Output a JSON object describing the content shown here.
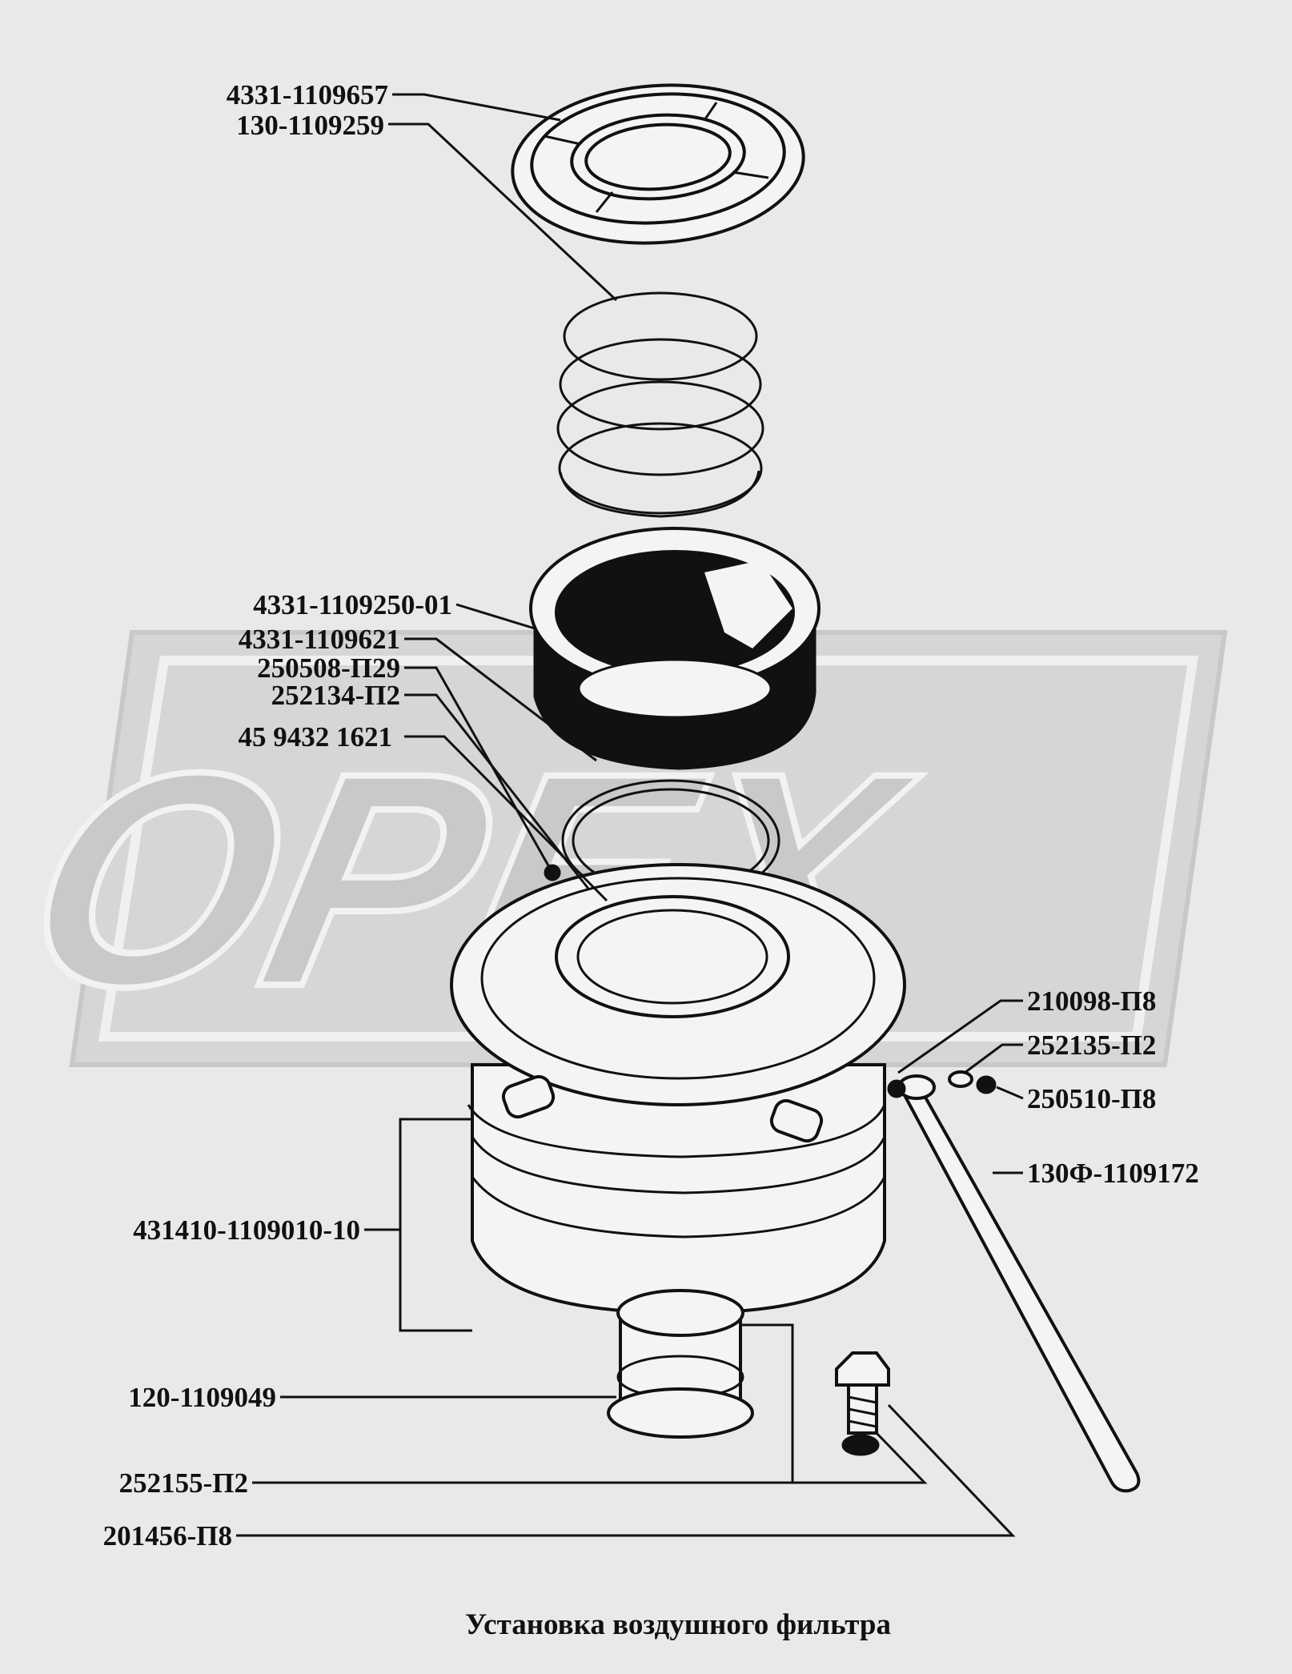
{
  "watermark": {
    "text": "OPEX",
    "color": "#cfcfcf"
  },
  "caption": "Установка воздушного фильтра",
  "parts": [
    {
      "id": "top-cover",
      "number": "4331-1109657"
    },
    {
      "id": "spring-ring",
      "number": "130-1109259"
    },
    {
      "id": "filter-element",
      "number": "4331-1109250-01"
    },
    {
      "id": "clamp-ring",
      "number": "4331-1109621"
    },
    {
      "id": "bolt-a",
      "number": "250508-П29"
    },
    {
      "id": "washer-a",
      "number": "252134-П2"
    },
    {
      "id": "nut-a",
      "number": "45 9432 1621"
    },
    {
      "id": "bolt-b",
      "number": "210098-П8"
    },
    {
      "id": "washer-b",
      "number": "252135-П2"
    },
    {
      "id": "nut-b",
      "number": "250510-П8"
    },
    {
      "id": "strut",
      "number": "130Ф-1109172"
    },
    {
      "id": "air-filter",
      "number": "431410-1109010-10"
    },
    {
      "id": "elbow",
      "number": "120-1109049"
    },
    {
      "id": "washer-c",
      "number": "252155-П2"
    },
    {
      "id": "bolt-c",
      "number": "201456-П8"
    }
  ]
}
